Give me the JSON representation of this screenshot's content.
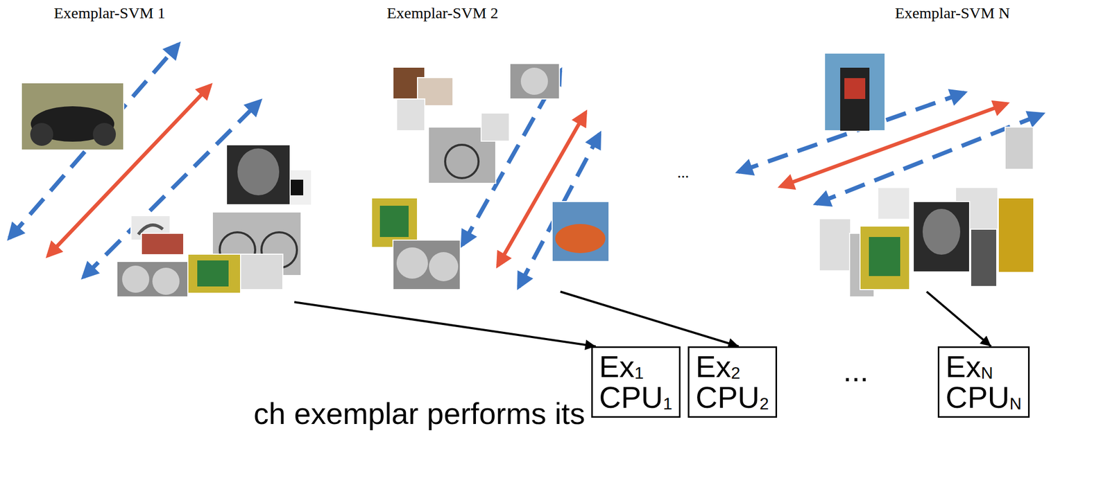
{
  "diagram": {
    "nodes": [
      {
        "text": [
          "Exemplar-SVM 1"
        ]
      },
      {
        "text": [
          "Exemplar-SVM 2"
        ]
      },
      {
        "text": [
          "Exemplar-SVM N"
        ]
      },
      {
        "text": [
          "Ex1 CPU1"
        ]
      },
      {
        "text": [
          "Ex2 CPU2"
        ]
      },
      {
        "text": [
          "ExN CPUN"
        ]
      }
    ],
    "edges": [
      {
        "from": 0,
        "to": 3,
        "arrow": "to"
      },
      {
        "from": 1,
        "to": 4,
        "arrow": "to"
      },
      {
        "from": 2,
        "to": 5,
        "arrow": "to"
      }
    ],
    "labels": [
      "...",
      "ch exemplar performs its",
      "..."
    ]
  }
}
